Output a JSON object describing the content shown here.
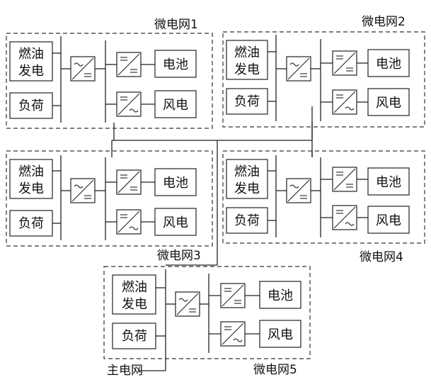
{
  "grids": [
    {
      "title": "微电网1",
      "gen_line1": "燃油",
      "gen_line2": "发电",
      "load": "负荷",
      "battery": "电池",
      "wind": "风电"
    },
    {
      "title": "微电网2",
      "gen_line1": "燃油",
      "gen_line2": "发电",
      "load": "负荷",
      "battery": "电池",
      "wind": "风电"
    },
    {
      "title": "微电网3",
      "gen_line1": "燃油",
      "gen_line2": "发电",
      "load": "负荷",
      "battery": "电池",
      "wind": "风电"
    },
    {
      "title": "微电网4",
      "gen_line1": "燃油",
      "gen_line2": "发电",
      "load": "负荷",
      "battery": "电池",
      "wind": "风电"
    },
    {
      "title": "微电网5",
      "gen_line1": "燃油",
      "gen_line2": "发电",
      "load": "负荷",
      "battery": "电池",
      "wind": "风电"
    }
  ],
  "main_grid_label": "主电网"
}
